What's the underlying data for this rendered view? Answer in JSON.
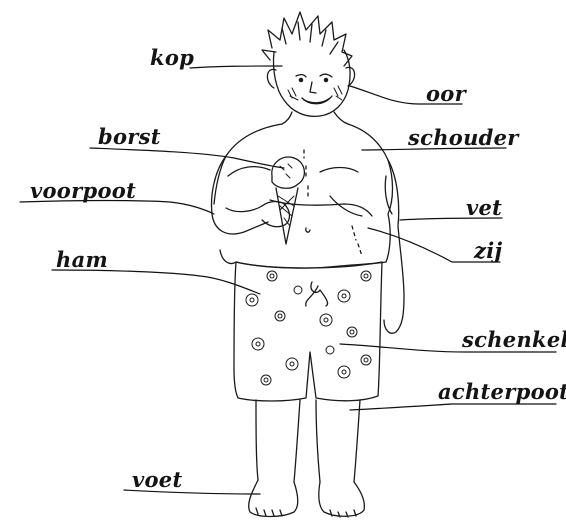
{
  "labels": {
    "kop": "kop",
    "oor": "oor",
    "borst": "borst",
    "schouder": "schouder",
    "voorpoot": "voorpoot",
    "vet": "vet",
    "zij": "zij",
    "ham": "ham",
    "schenkel": "schenkel",
    "achterpoot": "achterpoot",
    "voet": "voet"
  },
  "colors": {
    "ink": "#141414",
    "background": "#ffffff"
  }
}
